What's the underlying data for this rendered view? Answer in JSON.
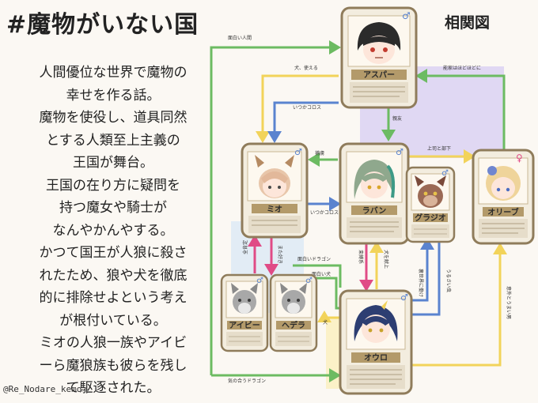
{
  "header": {
    "title": "#魔物がいない国",
    "diagram_title": "相関図"
  },
  "description": {
    "lines": [
      "人間優位な世界で魔物の",
      "幸せを作る話。",
      "魔物を使役し、道具同然",
      "とする人類至上主義の",
      "王国が舞台。",
      "王国の在り方に疑問を",
      "持つ魔女や騎士が",
      "なんやかんやする。",
      "かつて国王が人狼に殺さ",
      "れたため、狼や犬を徹底",
      "的に排除せよという考え",
      "が根付いている。",
      "ミオの人狼一族やアイビ",
      "ーら魔狼族も彼らを残し",
      "て駆逐された。"
    ]
  },
  "credit": "@Re_Nodare_kemo",
  "characters": {
    "asper": {
      "name": "アスパー",
      "gender": "♂"
    },
    "mio": {
      "name": "ミオ",
      "gender": "♂"
    },
    "raban": {
      "name": "ラバン",
      "gender": "♂"
    },
    "gurajio": {
      "name": "グラジオ",
      "gender": "♂"
    },
    "olive": {
      "name": "オリーブ",
      "gender": "♀"
    },
    "ivy": {
      "name": "アイビー",
      "gender": "♂"
    },
    "hedera": {
      "name": "ヘデラ",
      "gender": "♂"
    },
    "ouro": {
      "name": "オウロ",
      "gender": "♂"
    }
  },
  "relations": {
    "omoshiroi_ningen": "面白い人間",
    "inu_tsukaeru": "犬、使える",
    "itsuka_korosu_1": "いつかコロス",
    "itsuka_korosu_2": "いつかコロス",
    "shinyuu": "親友",
    "horyo": "捕虜",
    "nouyaku": "能家はほどほどに",
    "joushi_buka": "上司と部下",
    "zenkakutei": "全肯定",
    "mata_suki": "また好き",
    "omoshiroi_dragon": "面白いドラゴン",
    "omoshiroi_inu": "面白い犬",
    "sokubakei": "束縛系",
    "inu_kenjo": "犬を献上",
    "ura_sekai": "裏世界に働け",
    "urusai_mushi": "うるさい虫",
    "igai_umai": "意外とうまい男",
    "inu": "犬",
    "ki_no_au_dragon": "気の合うドラゴン"
  },
  "colors": {
    "green": "#6cbb62",
    "yellow": "#f2d35a",
    "blue": "#5a83cf",
    "pink": "#e04b86",
    "lavender": "#d7cdf3",
    "lightblue": "#d9e8f6",
    "paleyellow": "#fbefb9"
  }
}
